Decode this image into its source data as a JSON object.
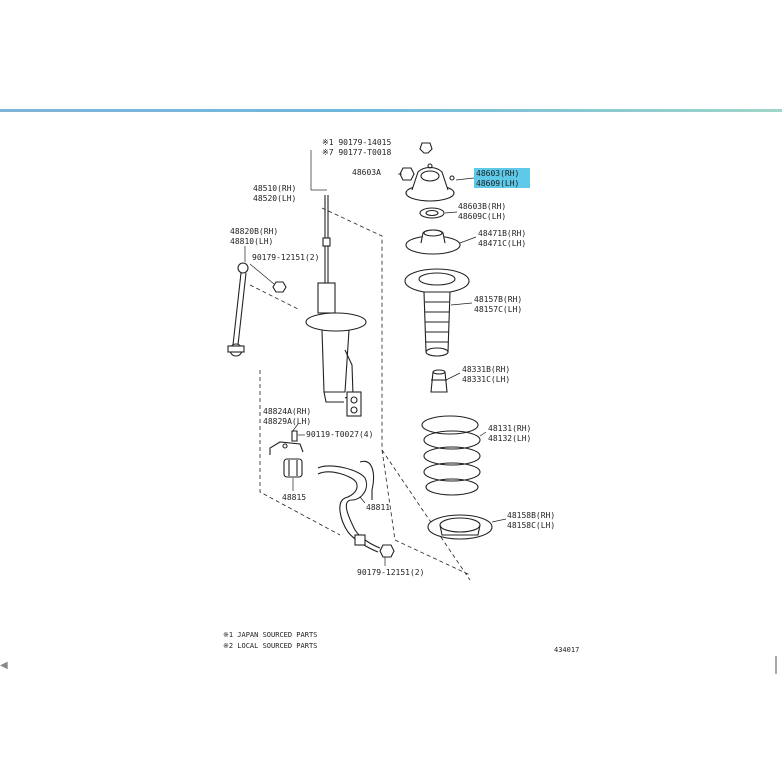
{
  "labels": {
    "note_strut_1": "※1 90179-14015",
    "note_strut_2": "※7 90177-T0018",
    "strut_rh": "48510(RH)",
    "strut_lh": "48520(LH)",
    "nut_top": "48603A",
    "mount_rh": "48603(RH)",
    "mount_lh": "48609(LH)",
    "bearing_rh": "48603B(RH)",
    "bearing_lh": "48609C(LH)",
    "seat_rh": "48471B(RH)",
    "seat_lh": "48471C(LH)",
    "link_rh": "48820B(RH)",
    "link_lh": "48810(LH)",
    "nut_link": "90179-12151(2)",
    "boot_rh": "48157B(RH)",
    "boot_lh": "48157C(LH)",
    "bumper_rh": "48331B(RH)",
    "bumper_lh": "48331C(LH)",
    "bracket_rh": "48824A(RH)",
    "bracket_lh": "48829A(LH)",
    "bolt_bracket": "90119-T0027(4)",
    "spring_rh": "48131(RH)",
    "spring_lh": "48132(LH)",
    "bushing": "48815",
    "stabilizer": "48811",
    "lower_seat_rh": "48158B(RH)",
    "lower_seat_lh": "48158C(LH)",
    "nut_bottom": "90179-12151(2)"
  },
  "footnotes": {
    "note1": "※1 JAPAN SOURCED PARTS",
    "note2": "※2 LOCAL SOURCED PARTS"
  },
  "figure_id": "434017",
  "colors": {
    "highlight": "#5ec9e8",
    "top_bar": "#6fb7de"
  },
  "icons": {
    "scroll_left": "◀"
  }
}
